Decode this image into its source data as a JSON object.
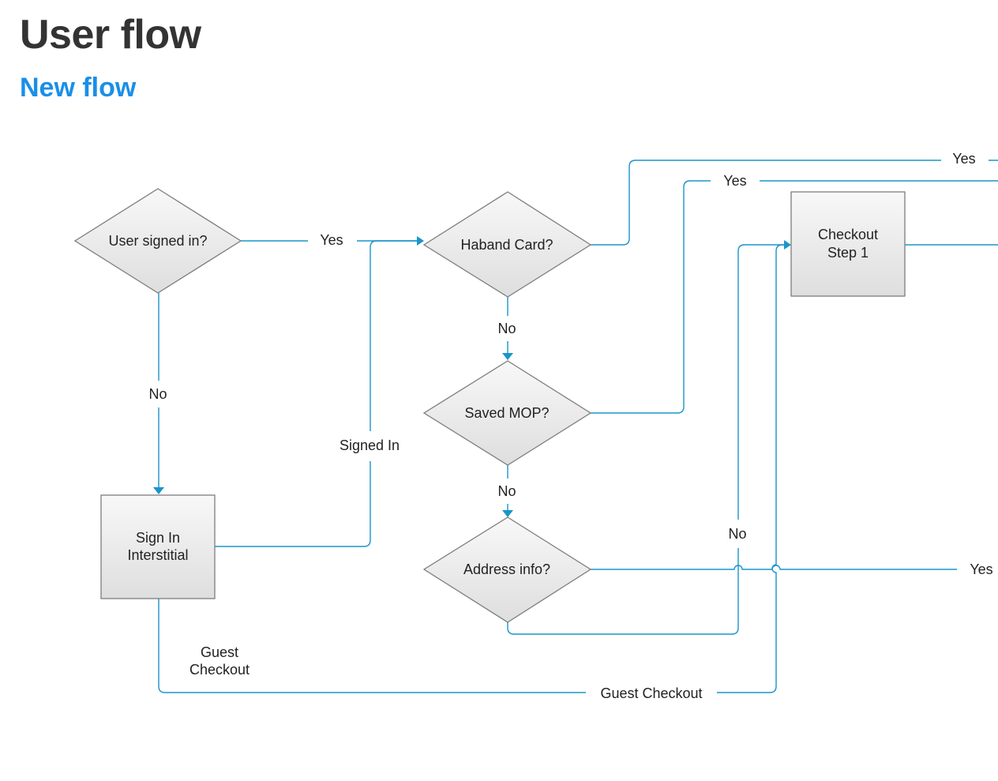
{
  "page": {
    "title": "User flow",
    "subtitle": "New flow"
  },
  "diagram": {
    "nodes": {
      "user_signed_in": "User signed in?",
      "sign_in_interstitial": [
        "Sign In",
        "Interstitial"
      ],
      "haband_card": "Haband Card?",
      "saved_mop": "Saved MOP?",
      "address_info": "Address info?",
      "checkout_step_1": [
        "Checkout",
        "Step 1"
      ]
    },
    "edge_labels": {
      "signed_in_yes": "Yes",
      "signed_in_no": "No",
      "signed_in_from_interstitial": "Signed In",
      "guest_checkout_near": [
        "Guest",
        "Checkout"
      ],
      "guest_checkout_bottom": "Guest Checkout",
      "haband_yes": "Yes",
      "haband_no": "No",
      "saved_mop_yes": "Yes",
      "saved_mop_no": "No",
      "address_yes": "Yes",
      "address_no": "No"
    },
    "colors": {
      "connector": "#1a95c9",
      "shape_stroke": "#7d7d7d",
      "shape_fill_top": "#f8f8f8",
      "shape_fill_bottom": "#dedede",
      "title": "#333333",
      "subtitle": "#1a8fe8"
    }
  }
}
